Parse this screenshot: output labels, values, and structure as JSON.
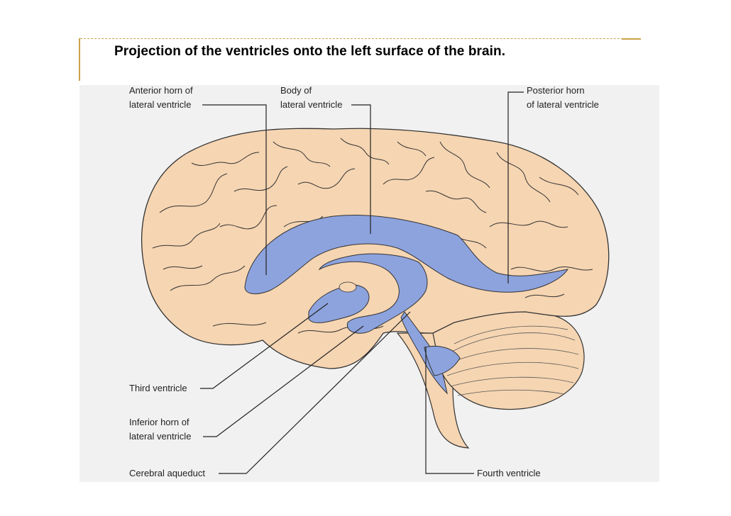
{
  "slide": {
    "title": "Projection of the ventricles onto the left surface of the brain."
  },
  "labels": {
    "anterior_horn_1": "Anterior horn of",
    "anterior_horn_2": "lateral ventricle",
    "body_1": "Body of",
    "body_2": "lateral ventricle",
    "posterior_horn_1": "Posterior horn",
    "posterior_horn_2": "of lateral ventricle",
    "third_ventricle": "Third ventricle",
    "inferior_horn_1": "Inferior horn of",
    "inferior_horn_2": "lateral ventricle",
    "cerebral_aqueduct": "Cerebral aqueduct",
    "fourth_ventricle": "Fourth ventricle"
  },
  "colors": {
    "brain": "#f6d5b2",
    "brain_outline": "#333333",
    "ventricle": "#8da3de",
    "title_rule": "#c9a24a"
  }
}
